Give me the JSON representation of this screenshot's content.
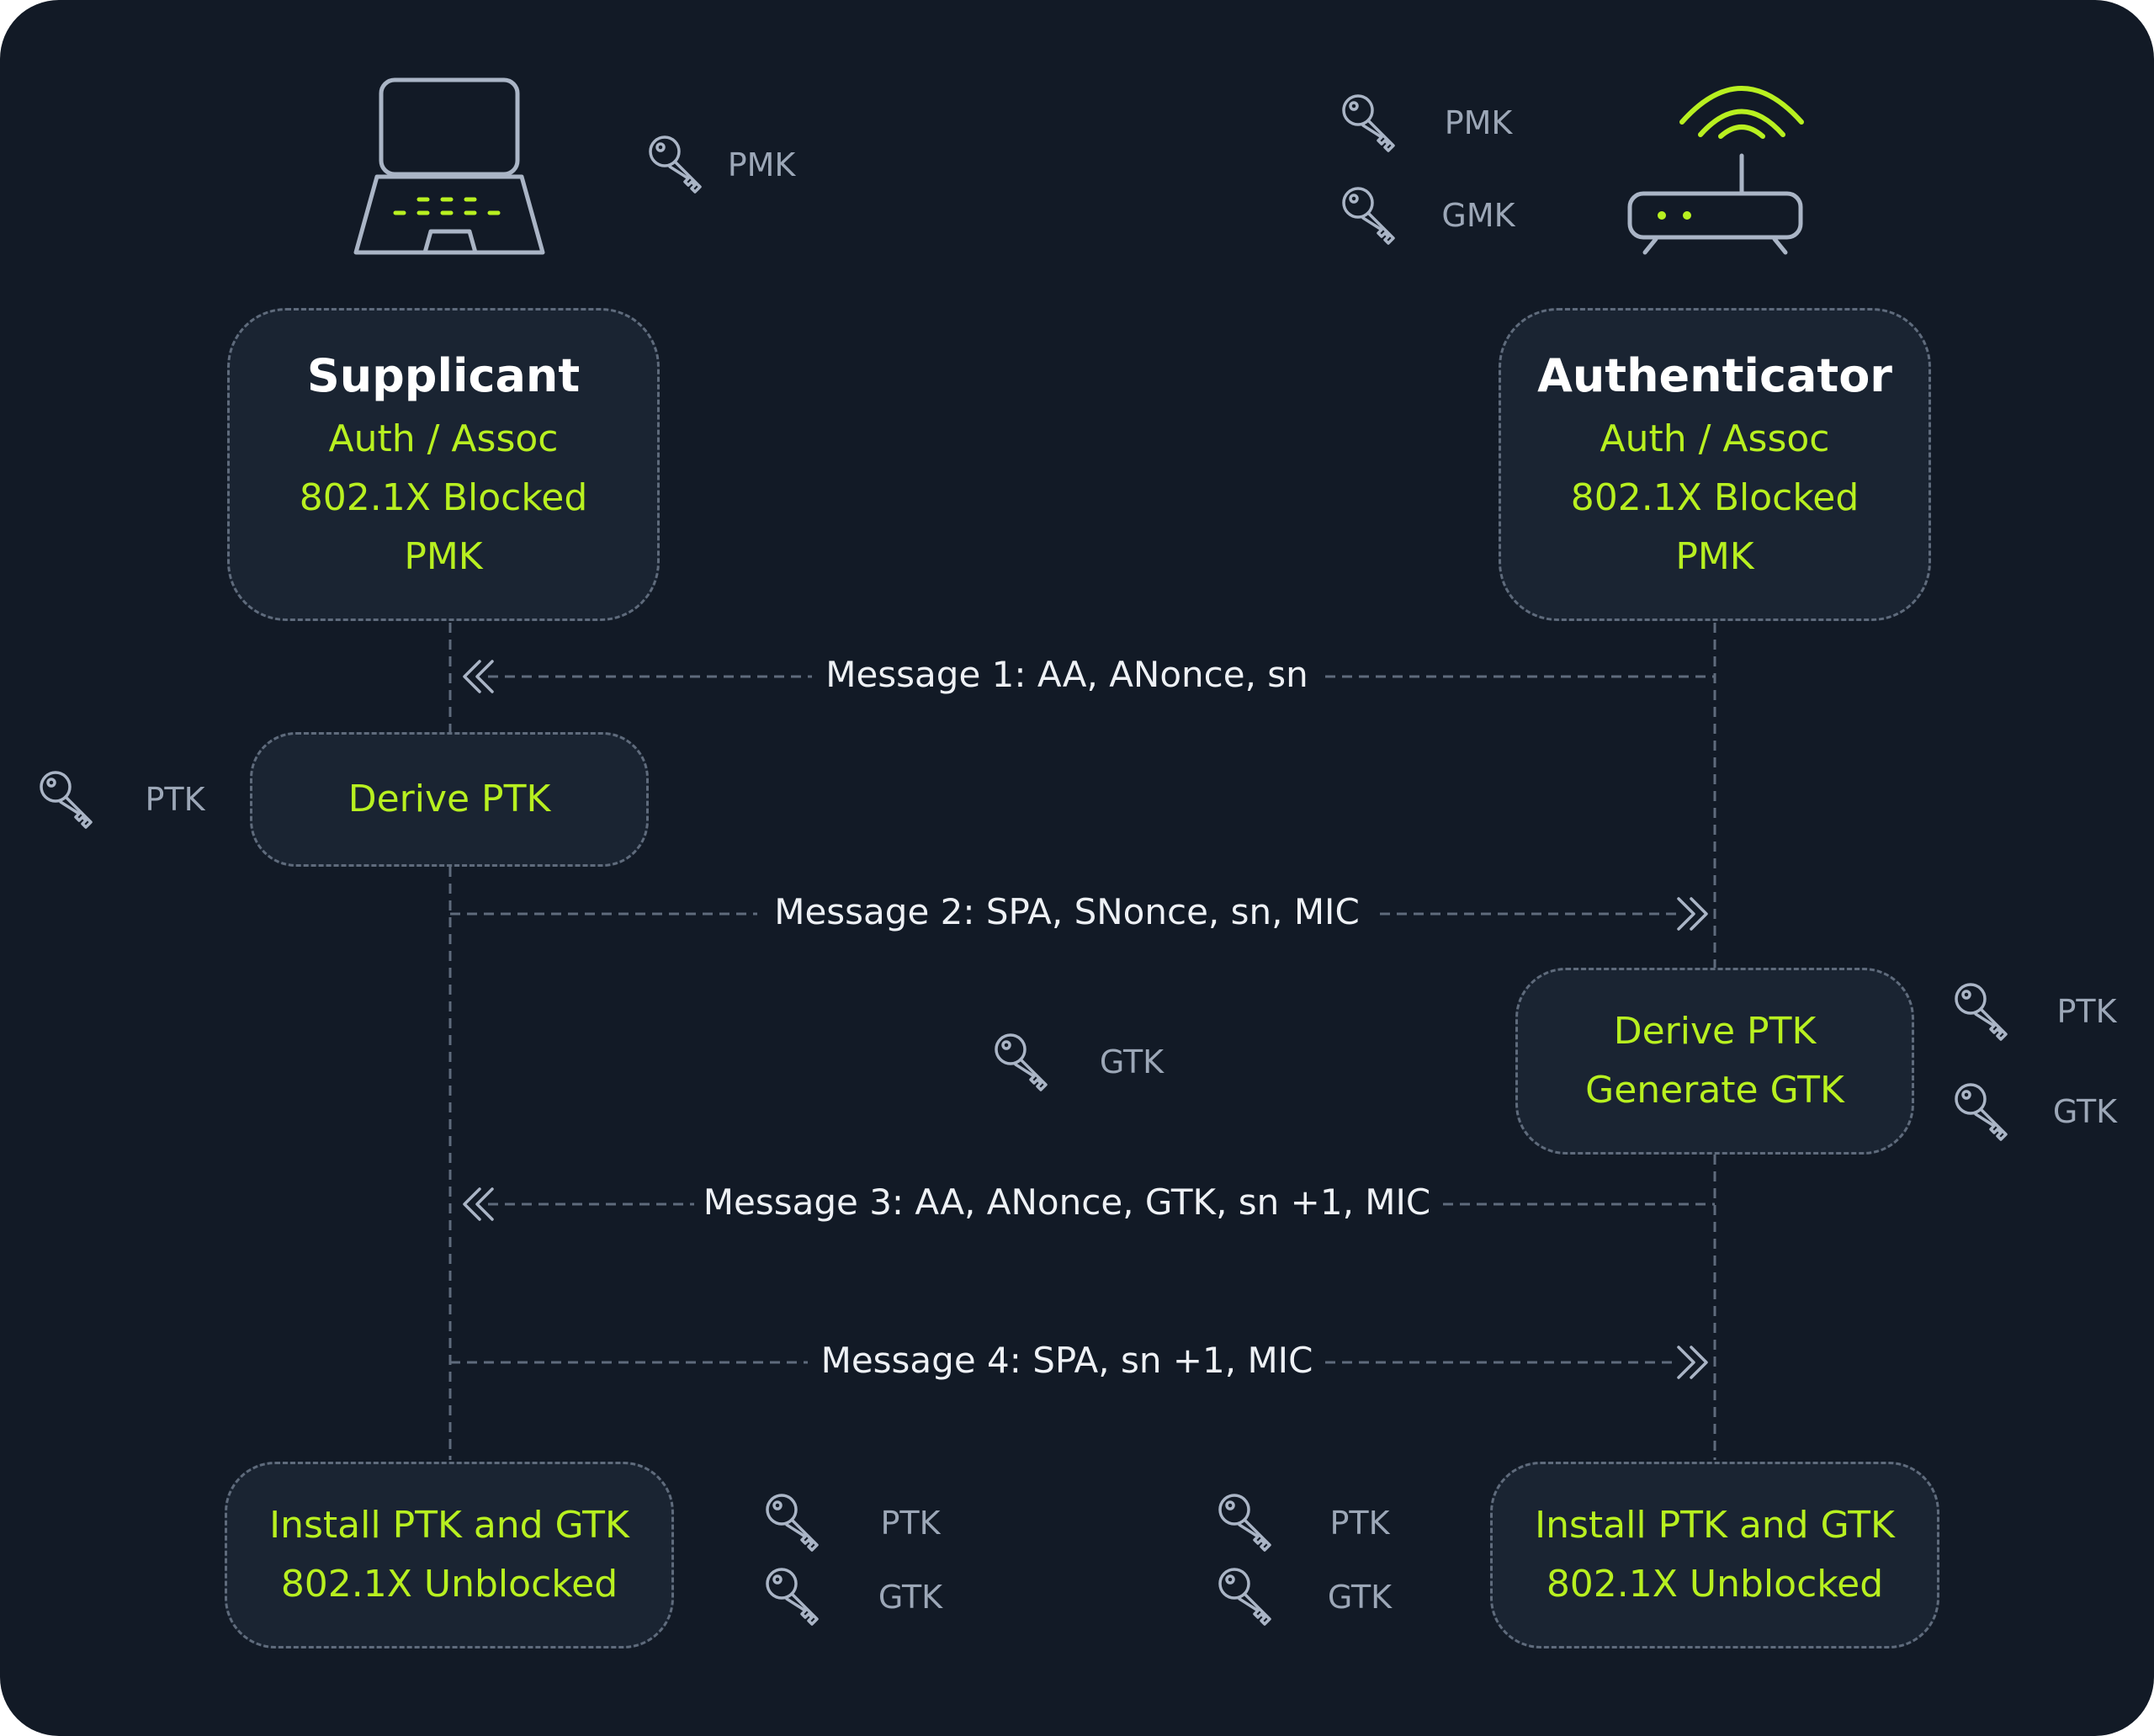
{
  "colors": {
    "background": "#121a26",
    "box_fill": "#1a2432",
    "box_border": "#5f6b7c",
    "accent_green": "#b8f020",
    "icon_stroke": "#aab5c6",
    "text_white": "#ffffff",
    "text_gray": "#9ca7b7"
  },
  "icons": {
    "supplicant": "laptop-icon",
    "authenticator": "router-icon",
    "key": "key-icon"
  },
  "supplicant": {
    "title": "Supplicant",
    "lines": [
      "Auth / Assoc",
      "802.1X Blocked",
      "PMK"
    ],
    "initial_keys": [
      "PMK"
    ]
  },
  "authenticator": {
    "title": "Authenticator",
    "lines": [
      "Auth / Assoc",
      "802.1X Blocked",
      "PMK"
    ],
    "initial_keys": [
      "PMK",
      "GMK"
    ]
  },
  "messages": [
    {
      "label": "Message 1: AA, ANonce, sn",
      "direction": "to-supplicant"
    },
    {
      "label": "Message 2: SPA, SNonce, sn, MIC",
      "direction": "to-authenticator"
    },
    {
      "label": "Message 3: AA, ANonce, GTK, sn +1, MIC",
      "direction": "to-supplicant"
    },
    {
      "label": "Message 4: SPA, sn +1, MIC",
      "direction": "to-authenticator"
    }
  ],
  "steps": {
    "supplicant_derive": {
      "lines": [
        "Derive PTK"
      ],
      "keys": [
        "PTK"
      ]
    },
    "authenticator_derive": {
      "lines": [
        "Derive PTK",
        "Generate GTK"
      ],
      "keys": [
        "PTK",
        "GTK"
      ]
    },
    "gtk_in_transit": "GTK",
    "supplicant_final": {
      "lines": [
        "Install PTK and GTK",
        "802.1X Unblocked"
      ],
      "keys": [
        "PTK",
        "GTK"
      ]
    },
    "authenticator_final": {
      "lines": [
        "Install PTK and GTK",
        "802.1X Unblocked"
      ],
      "keys": [
        "PTK",
        "GTK"
      ]
    }
  }
}
